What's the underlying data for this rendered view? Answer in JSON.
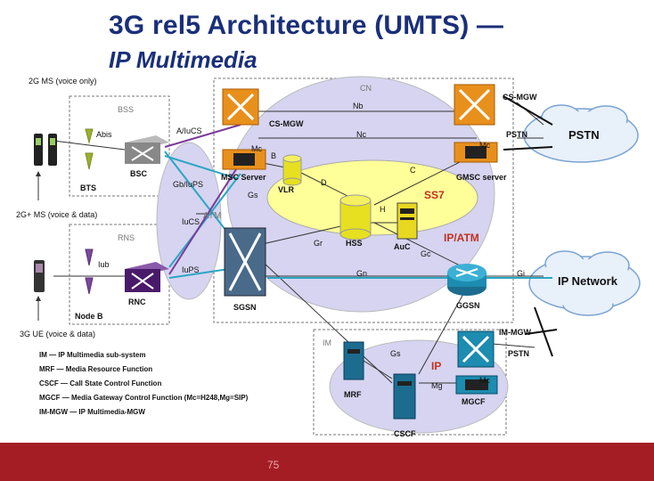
{
  "title": {
    "line1": "3G rel5 Architecture (UMTS) —",
    "line2": "IP Multimedia"
  },
  "labels": {
    "ms_2g": "2G MS (voice only)",
    "ms_2g_plus": "2G+ MS (voice & data)",
    "ue_3g": "3G UE (voice & data)",
    "bss": "BSS",
    "bts": "BTS",
    "bsc": "BSC",
    "abis": "Abis",
    "rns": "RNS",
    "iub": "Iub",
    "node_b": "Node B",
    "rnc": "RNC",
    "a_iucs": "A/IuCS",
    "gb_iups": "Gb/IuPS",
    "iucs": "IuCS",
    "iups": "IuPS",
    "atm": "ATM",
    "cn": "CN",
    "nb": "Nb",
    "nc": "Nc",
    "cs_mgw_left": "CS-MGW",
    "cs_mgw_right": "CS-MGW",
    "mc_left": "Mc",
    "mc_right": "Mc",
    "b": "B",
    "d": "D",
    "c": "C",
    "h": "H",
    "gs": "Gs",
    "gr": "Gr",
    "gc": "Gc",
    "gn": "Gn",
    "gi": "Gi",
    "msc_server": "MSC Server",
    "vlr": "VLR",
    "gmsc_server": "GMSC server",
    "ss7": "SS7",
    "ip_atm": "IP/ATM",
    "hss": "HSS",
    "auc": "AuC",
    "sgsn": "SGSN",
    "ggsn": "GGSN",
    "pstn_label": "PSTN",
    "pstn_cloud": "PSTN",
    "ip_network_cloud": "IP Network",
    "im": "IM",
    "ip": "IP",
    "im_mgw": "IM-MGW",
    "pstn_im": "PSTN",
    "gs_im": "Gs",
    "mg": "Mg",
    "mc_im": "Mc",
    "mrf": "MRF",
    "mgcf": "MGCF",
    "cscf": "CSCF"
  },
  "legend": [
    "IM — IP Multimedia sub-system",
    "MRF — Media Resource Function",
    "CSCF — Call State Control Function",
    "MGCF — Media Gateway Control Function (Mc=H248,Mg=SIP)",
    "IM-MGW — IP Multimedia-MGW"
  ],
  "footer": {
    "page_number": "75"
  },
  "colors": {
    "title": "#1a2f7a",
    "footer": "#a51d24",
    "accent_red": "#c03020",
    "switch_orange": "#e8901c",
    "router_teal": "#1c8cb0"
  }
}
